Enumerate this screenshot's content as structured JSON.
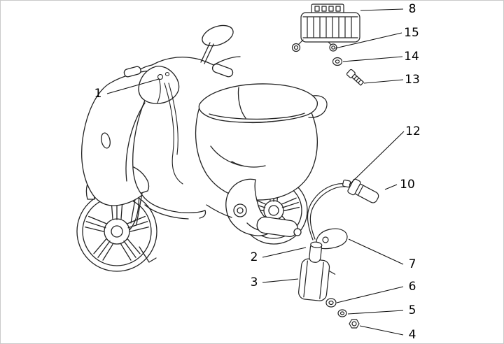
{
  "colors": {
    "background": "#ffffff",
    "frame": "#c9c9c9",
    "line": "#222222"
  },
  "callouts": {
    "n1": {
      "label": "1"
    },
    "n2": {
      "label": "2"
    },
    "n3": {
      "label": "3"
    },
    "n4": {
      "label": "4"
    },
    "n5": {
      "label": "5"
    },
    "n6": {
      "label": "6"
    },
    "n7": {
      "label": "7"
    },
    "n8": {
      "label": "8"
    },
    "n10": {
      "label": "10"
    },
    "n12": {
      "label": "12"
    },
    "n13": {
      "label": "13"
    },
    "n14": {
      "label": "14"
    },
    "n15": {
      "label": "15"
    }
  }
}
